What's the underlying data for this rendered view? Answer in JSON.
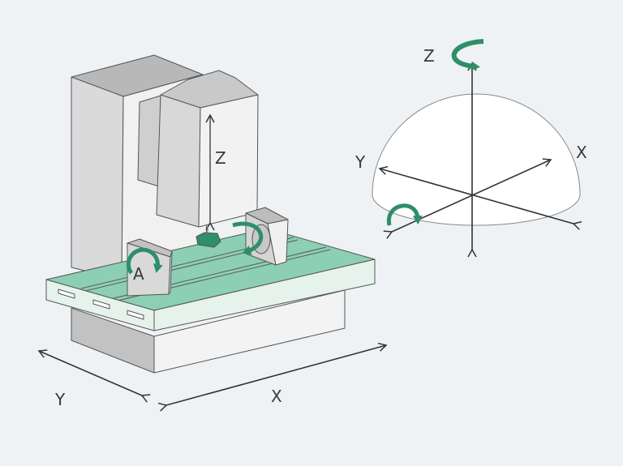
{
  "machine": {
    "labels": {
      "z": "Z",
      "a": "A",
      "y": "Y",
      "x": "X"
    }
  },
  "axes_sphere": {
    "labels": {
      "z": "Z",
      "y": "Y",
      "x": "X"
    }
  },
  "colors": {
    "table_green": "#8ccfb4",
    "arrow_green": "#2e8f68",
    "body_light": "#f2f2f2",
    "body_mid": "#d4d4d4",
    "body_dark": "#b3b3b3",
    "background": "#eff2f5"
  }
}
